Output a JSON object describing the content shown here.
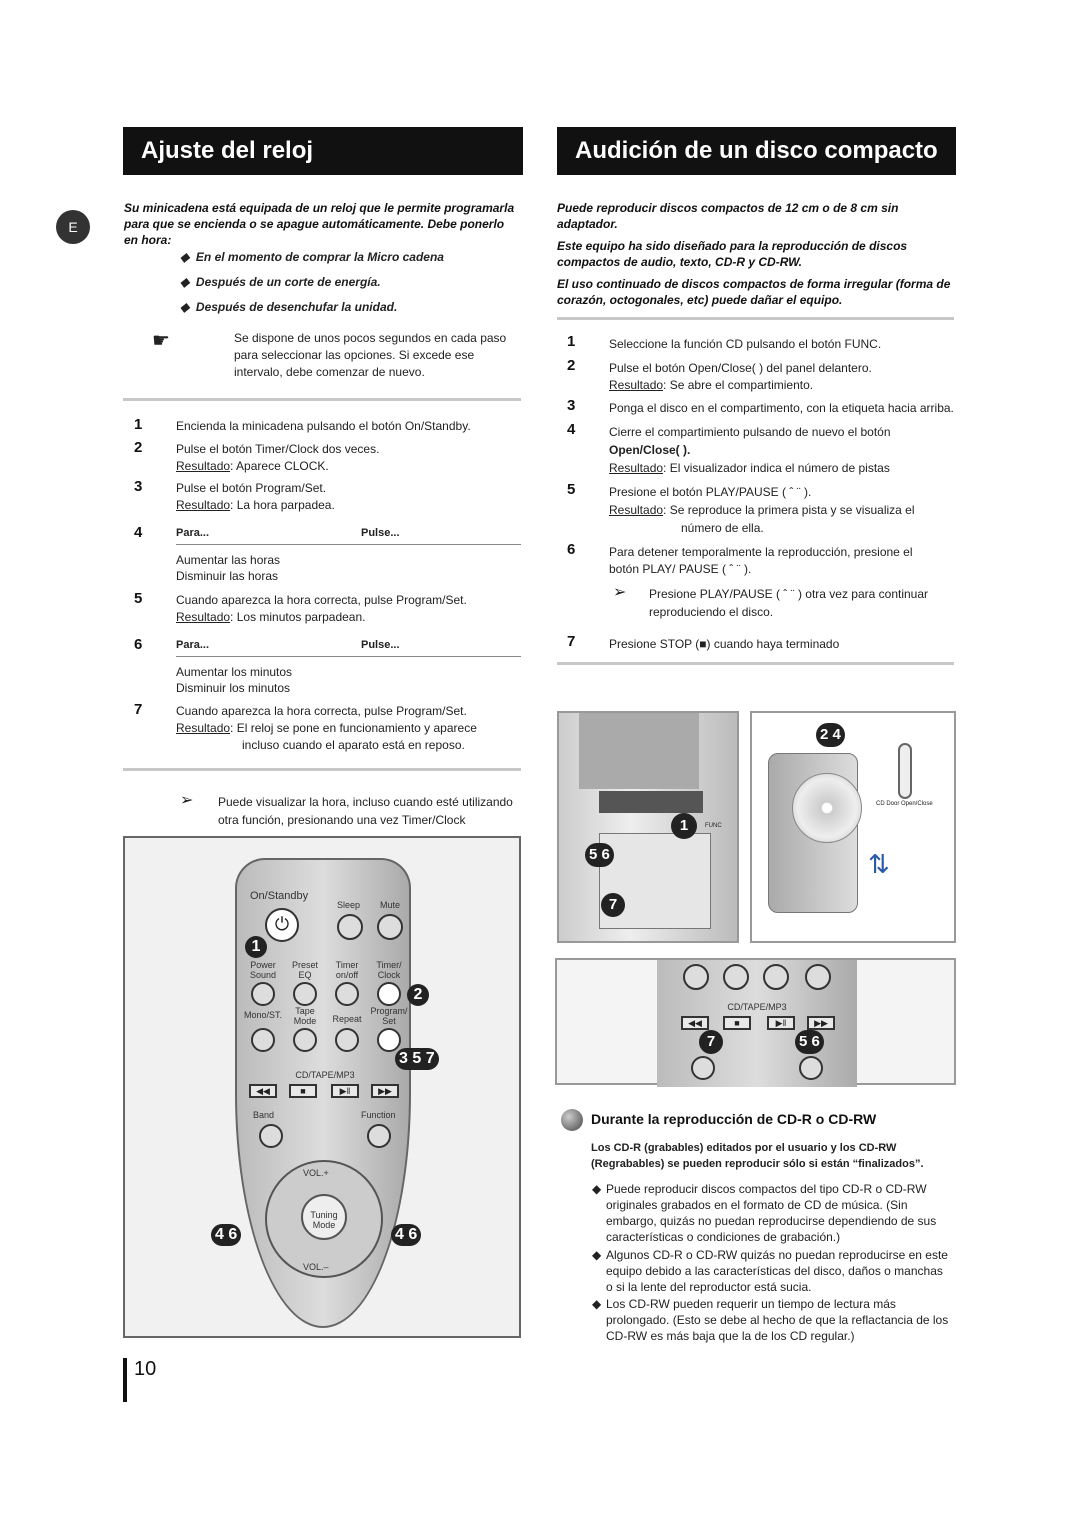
{
  "left": {
    "title": "Ajuste del reloj",
    "lang_tab": "E",
    "intro": "Su minicadena está equipada de un reloj que le permite programarla para que se encienda o se apague automáticamente. Debe ponerlo en hora:",
    "bullets": [
      "En el momento de comprar la Micro cadena",
      "Después de un corte de energía.",
      "Después de desenchufar la unidad."
    ],
    "note_icon": "pointing-hand-icon",
    "note": "Se dispone de unos pocos segundos en cada paso para seleccionar las opciones. Si excede ese intervalo, debe comenzar de nuevo.",
    "steps": [
      {
        "n": "1",
        "text": "Encienda la minicadena pulsando el botón On/Standby."
      },
      {
        "n": "2",
        "text": "Pulse el botón Timer/Clock dos veces.",
        "result_label": "Resultado",
        "result": ":  Aparece CLOCK."
      },
      {
        "n": "3",
        "text": "Pulse el botón Program/Set.",
        "result_label": "Resultado",
        "result": ":  La hora parpadea."
      },
      {
        "n": "4",
        "col1": "Para...",
        "col2": "Pulse...",
        "rows": [
          "Aumentar las horas",
          "Disminuir las horas"
        ]
      },
      {
        "n": "5",
        "text": "Cuando aparezca la hora correcta, pulse Program/Set.",
        "result_label": "Resultado",
        "result": ":  Los minutos parpadean."
      },
      {
        "n": "6",
        "col1": "Para...",
        "col2": "Pulse...",
        "rows": [
          "Aumentar los minutos",
          "Disminuir los minutos"
        ]
      },
      {
        "n": "7",
        "text": "Cuando aparezca la hora correcta, pulse Program/Set.",
        "result_label": "Resultado",
        "result": ":  El reloj se pone en funcionamiento y aparece",
        "result2": "incluso cuando el aparato está en reposo."
      }
    ],
    "tip": "Puede visualizar la hora, incluso cuando esté utilizando otra función, presionando una vez Timer/Clock"
  },
  "remote": {
    "on_standby": "On/Standby",
    "sleep": "Sleep",
    "mute": "Mute",
    "row1": [
      "Power Sound",
      "Preset EQ",
      "Timer on/off",
      "Timer/ Clock"
    ],
    "row2": [
      "Mono/ST.",
      "Tape Mode",
      "Repeat",
      "Program/ Set"
    ],
    "cd_tape": "CD/TAPE/MP3",
    "band": "Band",
    "function": "Function",
    "vol_up": "VOL.+",
    "vol_down": "VOL.–",
    "tuning": "Tuning Mode",
    "badges": [
      "1",
      "2",
      "3 5 7",
      "4 6",
      "4 6"
    ]
  },
  "right": {
    "title": "Audición de un disco compacto",
    "intro": [
      "Puede reproducir discos compactos de 12 cm o de 8 cm sin adaptador.",
      "Este equipo ha sido diseñado para la reproducción de discos compactos de audio, texto, CD-R y CD-RW.",
      "El uso continuado de discos compactos de forma irregular (forma de corazón, octogonales, etc) puede dañar el equipo."
    ],
    "steps": [
      {
        "n": "1",
        "text": "Seleccione la función CD pulsando el botón FUNC."
      },
      {
        "n": "2",
        "text": "Pulse el botón Open/Close(   ) del panel delantero.",
        "result_label": "Resultado",
        "result": ": Se abre el compartimiento."
      },
      {
        "n": "3",
        "text": "Ponga el disco en el compartimento, con la etiqueta hacia arriba."
      },
      {
        "n": "4",
        "text": "Cierre el compartimiento pulsando de nuevo el botón",
        "text2": "Open/Close(   ).",
        "result_label": "Resultado",
        "result": ":  El visualizador indica el número de pistas"
      },
      {
        "n": "5",
        "text": "Presione el botón PLAY/PAUSE ( ˆ ¨ ).",
        "result_label": "Resultado",
        "result": ":  Se reproduce la primera pista y se visualiza el",
        "result2": "número de ella."
      },
      {
        "n": "6",
        "text": "Para detener temporalmente la reproducción, presione el",
        "text2": "botón PLAY/ PAUSE ( ˆ ¨ )."
      },
      {
        "n": "7",
        "text": "Presione STOP (■) cuando haya terminado"
      }
    ],
    "tip": "Presione PLAY/PAUSE ( ˆ ¨ ) otra vez para continuar reproduciendo el disco.",
    "fig_labels": {
      "b24": "2 4",
      "b1": "1",
      "b56": "5 6",
      "b7": "7",
      "door": "CD Door Open/Close",
      "func": "FUNC",
      "b7b": "7",
      "b56b": "5 6",
      "cd_tape": "CD/TAPE/MP3"
    },
    "cdr_title": "Durante la reproducción de CD-R o CD-RW",
    "cdr_intro": "Los CD-R (grabables) editados por el usuario y los CD-RW (Regrabables) se pueden reproducir sólo si están “finalizados”.",
    "cdr_bullets": [
      "Puede reproducir discos compactos del tipo CD-R o CD-RW originales grabados en el formato de CD de música. (Sin embargo, quizás no puedan reproducirse dependiendo de sus características o condiciones de grabación.)",
      "Algunos CD-R o CD-RW quizás no puedan reproducirse en este equipo debido a las características del disco, daños o manchas o si la lente del reproductor está sucia.",
      "Los CD-RW pueden requerir un tiempo de lectura más prolongado. (Esto se debe al hecho de que la reflactancia de los CD-RW es más baja que la de los CD regular.)"
    ]
  },
  "page_number": "10"
}
